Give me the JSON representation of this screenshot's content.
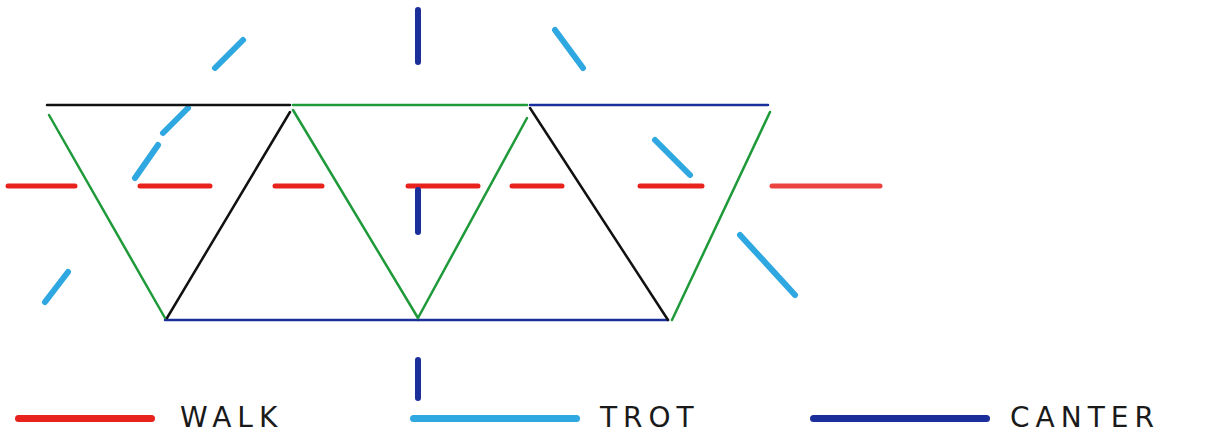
{
  "diagram": {
    "legend": [
      {
        "text": "WALK"
      },
      {
        "text": "TROT"
      },
      {
        "text": "CANTER"
      }
    ]
  }
}
